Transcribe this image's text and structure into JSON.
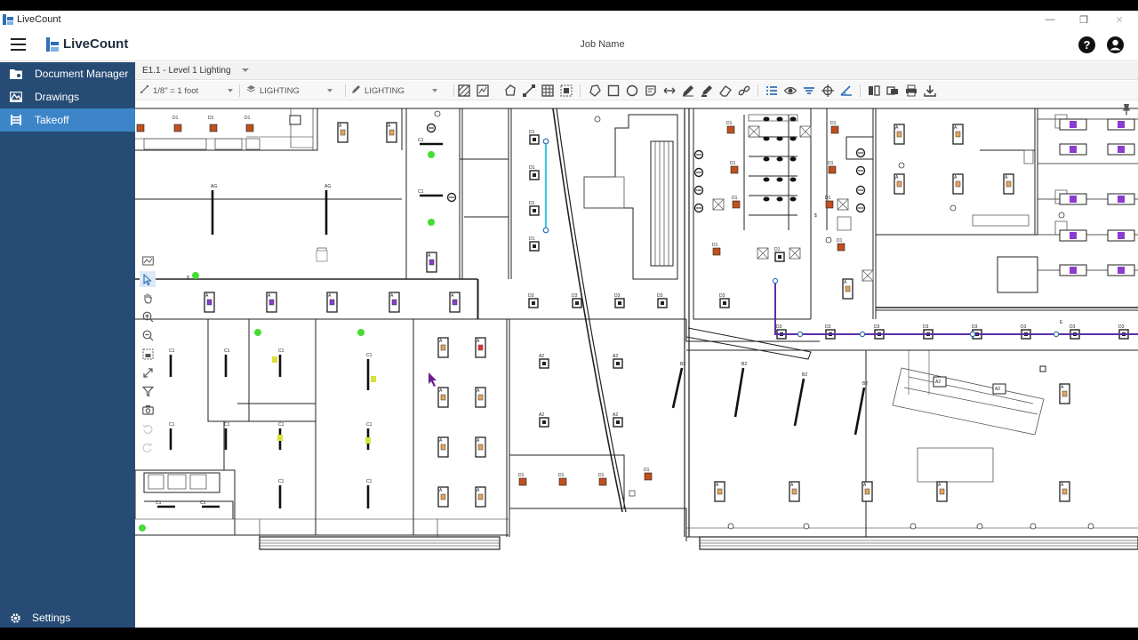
{
  "window": {
    "title": "LiveCount"
  },
  "header": {
    "brand": "LiveCount",
    "job_name": "Job Name"
  },
  "sidebar": {
    "items": [
      {
        "label": "Document Manager",
        "icon": "folder-icon"
      },
      {
        "label": "Drawings",
        "icon": "drawings-icon"
      },
      {
        "label": "Takeoff",
        "icon": "takeoff-icon",
        "active": true
      }
    ],
    "settings_label": "Settings"
  },
  "sheet": {
    "name": "E1.1 - Level 1 Lighting"
  },
  "toolbar": {
    "scale": "1/8\" = 1 foot",
    "layer": "LIGHTING",
    "markup_layer": "LIGHTING"
  },
  "plan_labels": {
    "fixture_a": "A",
    "fixture_a2": "A2",
    "fixture_ag": "AG",
    "fixture_c1": "C1",
    "fixture_b2": "B2",
    "fixture_d1": "D1",
    "fixture_d3": "D3",
    "fixture_e": "E",
    "dollar": "$"
  },
  "colors": {
    "sidebar": "#264b74",
    "active_nav": "#3c85c8",
    "orange_fixture": "#c0501e",
    "tan_fixture": "#e3a45b",
    "purple_fixture": "#8a3ccf",
    "run_line_purple": "#5b2fa8",
    "run_line_cyan": "#3fc7e0",
    "green_marker": "#44dd33",
    "yellow_marker": "#d8e23a"
  }
}
